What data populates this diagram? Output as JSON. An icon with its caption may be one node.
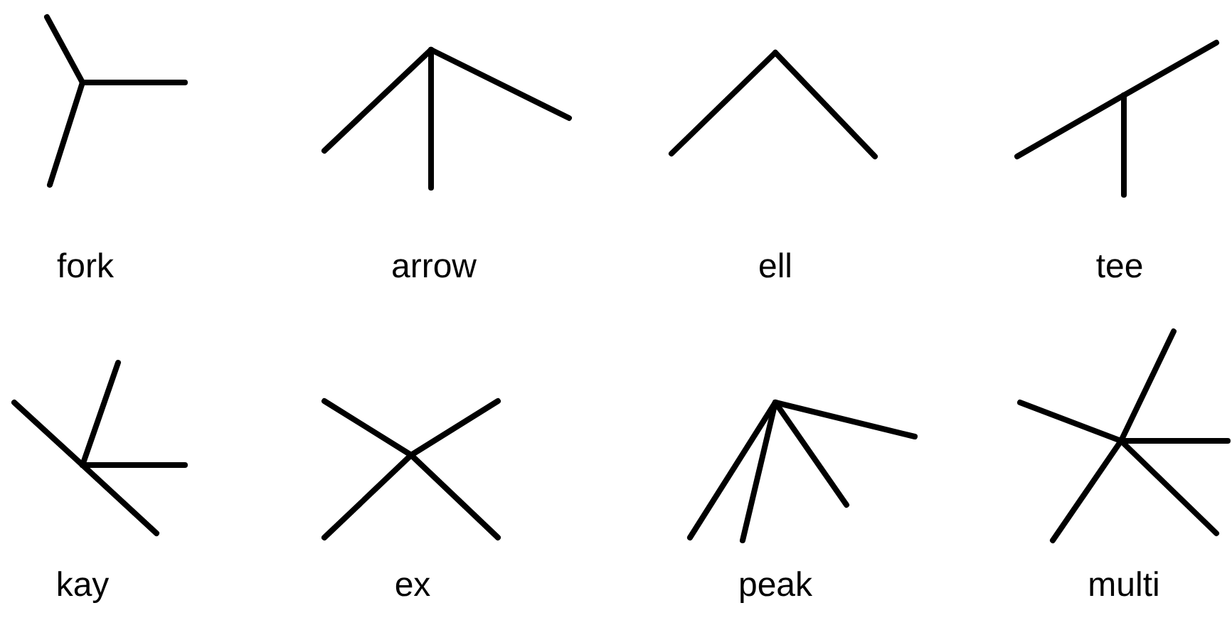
{
  "diagram": {
    "labels": [
      "fork",
      "arrow",
      "ell",
      "tee",
      "kay",
      "ex",
      "peak",
      "multi"
    ]
  }
}
